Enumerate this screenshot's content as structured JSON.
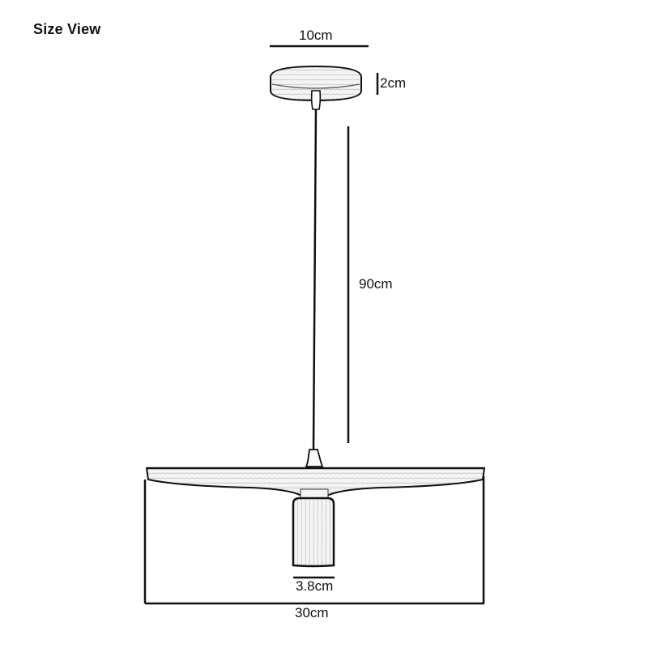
{
  "title": "Size View",
  "dimensions": {
    "canopy_width": "10cm",
    "canopy_height": "2cm",
    "cord_length": "90cm",
    "socket_width": "3.8cm",
    "shade_width": "30cm"
  },
  "colors": {
    "line": "#111111",
    "wood_fill": "#f2f2f2",
    "background": "#ffffff"
  }
}
